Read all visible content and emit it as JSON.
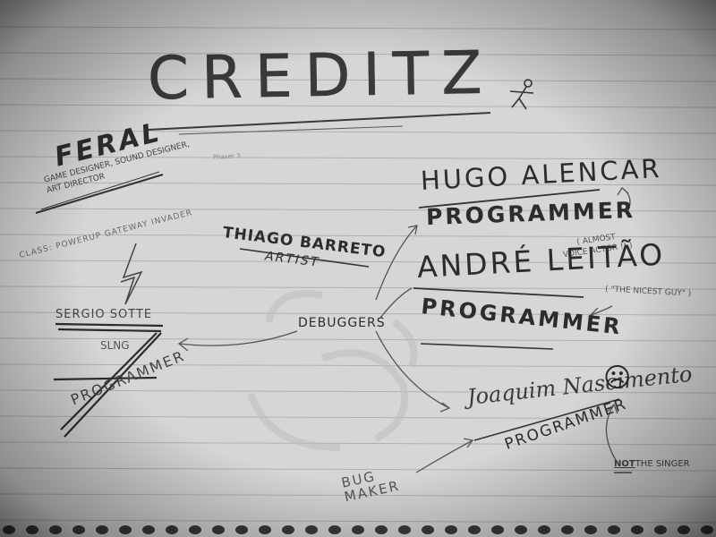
{
  "title": "CREDITZ",
  "credits": {
    "feral": {
      "name": "FERAL",
      "roles": "GAME DESIGNER, SOUND DESIGNER,\nART DIRECTOR"
    },
    "tiny_note": "Phaser 3",
    "class_note": "CLASS: POWERUP GATEWAY INVADER",
    "thiago": {
      "name": "THIAGO BARRETO",
      "role": "ARTIST"
    },
    "sergio": {
      "name": "SERGIO SOTTE",
      "sub": "SLNG",
      "role": "PROGRAMMER"
    },
    "debuggers": "DEBUGGERS",
    "hugo": {
      "name": "HUGO ALENCAR",
      "role": "PROGRAMMER",
      "note": "( ALMOST\nVOICE ACTOR !! )"
    },
    "andre": {
      "name": "ANDRÉ LEITÃO",
      "role": "PROGRAMMER",
      "note": "( \"THE NICEST GUY\" )"
    },
    "joaquim": {
      "name": "Joaquim Nascimento",
      "role": "PROGRAMMER",
      "face": "☹",
      "not_label": "NOT",
      "singer_note": "THE SINGER"
    },
    "bug_maker": "BUG\nMAKER"
  },
  "colors": {
    "paper": "#d6d6d6",
    "ink": "#2c2c2c",
    "rule_line": "#b0b0b0"
  }
}
